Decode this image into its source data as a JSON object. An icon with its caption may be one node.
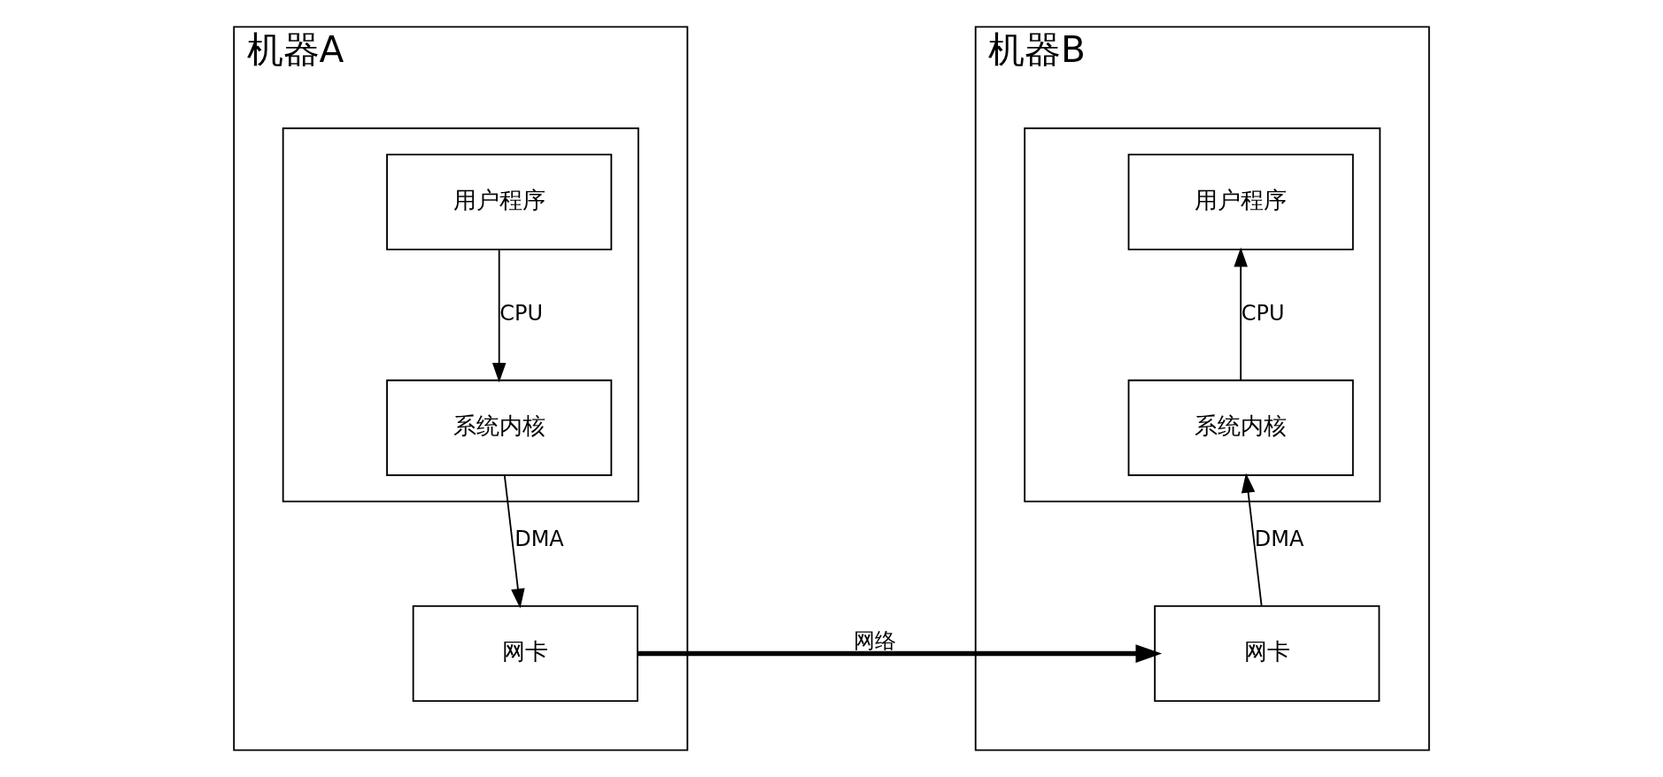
{
  "diagram": {
    "nodes": [
      {
        "text": [
          "机器A"
        ]
      },
      {
        "text": [],
        "shape": "box",
        "in": 0
      },
      {
        "text": [
          "用户程序"
        ],
        "in": 1
      },
      {
        "text": [
          "系统内核"
        ],
        "in": 1
      },
      {
        "text": [
          "网卡"
        ],
        "in": 0
      },
      {
        "text": [
          "机器B"
        ]
      },
      {
        "text": [],
        "shape": "box",
        "in": 5
      },
      {
        "text": [
          "用户程序"
        ],
        "in": 6
      },
      {
        "text": [
          "系统内核"
        ],
        "in": 6
      },
      {
        "text": [
          "网卡"
        ],
        "in": 5
      }
    ],
    "edges": [
      {
        "from": 2,
        "to": 3,
        "arrow": "to",
        "label": "CPU"
      },
      {
        "from": 3,
        "to": 4,
        "arrow": "to",
        "label": "DMA"
      },
      {
        "from": 4,
        "to": 9,
        "arrow": "to",
        "label": "网络",
        "style": "thick"
      },
      {
        "from": 9,
        "to": 8,
        "arrow": "to",
        "label": "DMA"
      },
      {
        "from": 8,
        "to": 7,
        "arrow": "to",
        "label": "CPU"
      }
    ]
  }
}
